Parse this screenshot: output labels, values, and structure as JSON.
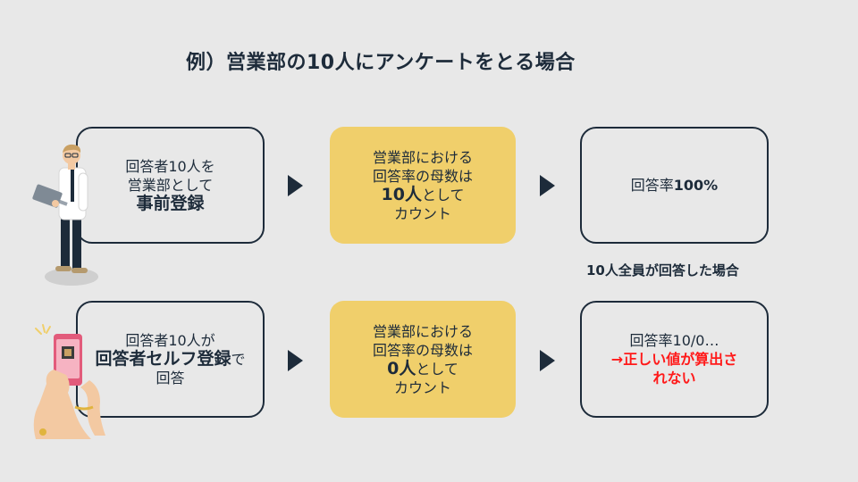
{
  "title": "例）営業部の10人にアンケートをとる場合",
  "row1": {
    "box1": {
      "line1": "回答者10人を",
      "line2": "営業部として",
      "line3": "事前登録"
    },
    "box2": {
      "line1": "営業部における",
      "line2": "回答率の母数は",
      "line3_bold": "10人",
      "line3_rest": "として",
      "line4": "カウント"
    },
    "box3": {
      "prefix": "回答率",
      "value": "100%"
    },
    "caption": "10人全員が回答した場合"
  },
  "row2": {
    "box1": {
      "line1": "回答者10人が",
      "line2_bold": "回答者セルフ登録",
      "line2_rest": "で",
      "line3": "回答"
    },
    "box2": {
      "line1": "営業部における",
      "line2": "回答率の母数は",
      "line3_bold": "0人",
      "line3_rest": "として",
      "line4": "カウント"
    },
    "box3": {
      "line1": "回答率10/0…",
      "line2": "→正しい値が算出さ",
      "line3": "れない"
    }
  },
  "colors": {
    "navy": "#1d2b3a",
    "yellow": "#f0cf6b",
    "red": "#ff1a1a",
    "background": "#e8e8e8"
  },
  "icons": {
    "person": "person-with-laptop-icon",
    "phone": "hand-holding-phone-icon"
  }
}
